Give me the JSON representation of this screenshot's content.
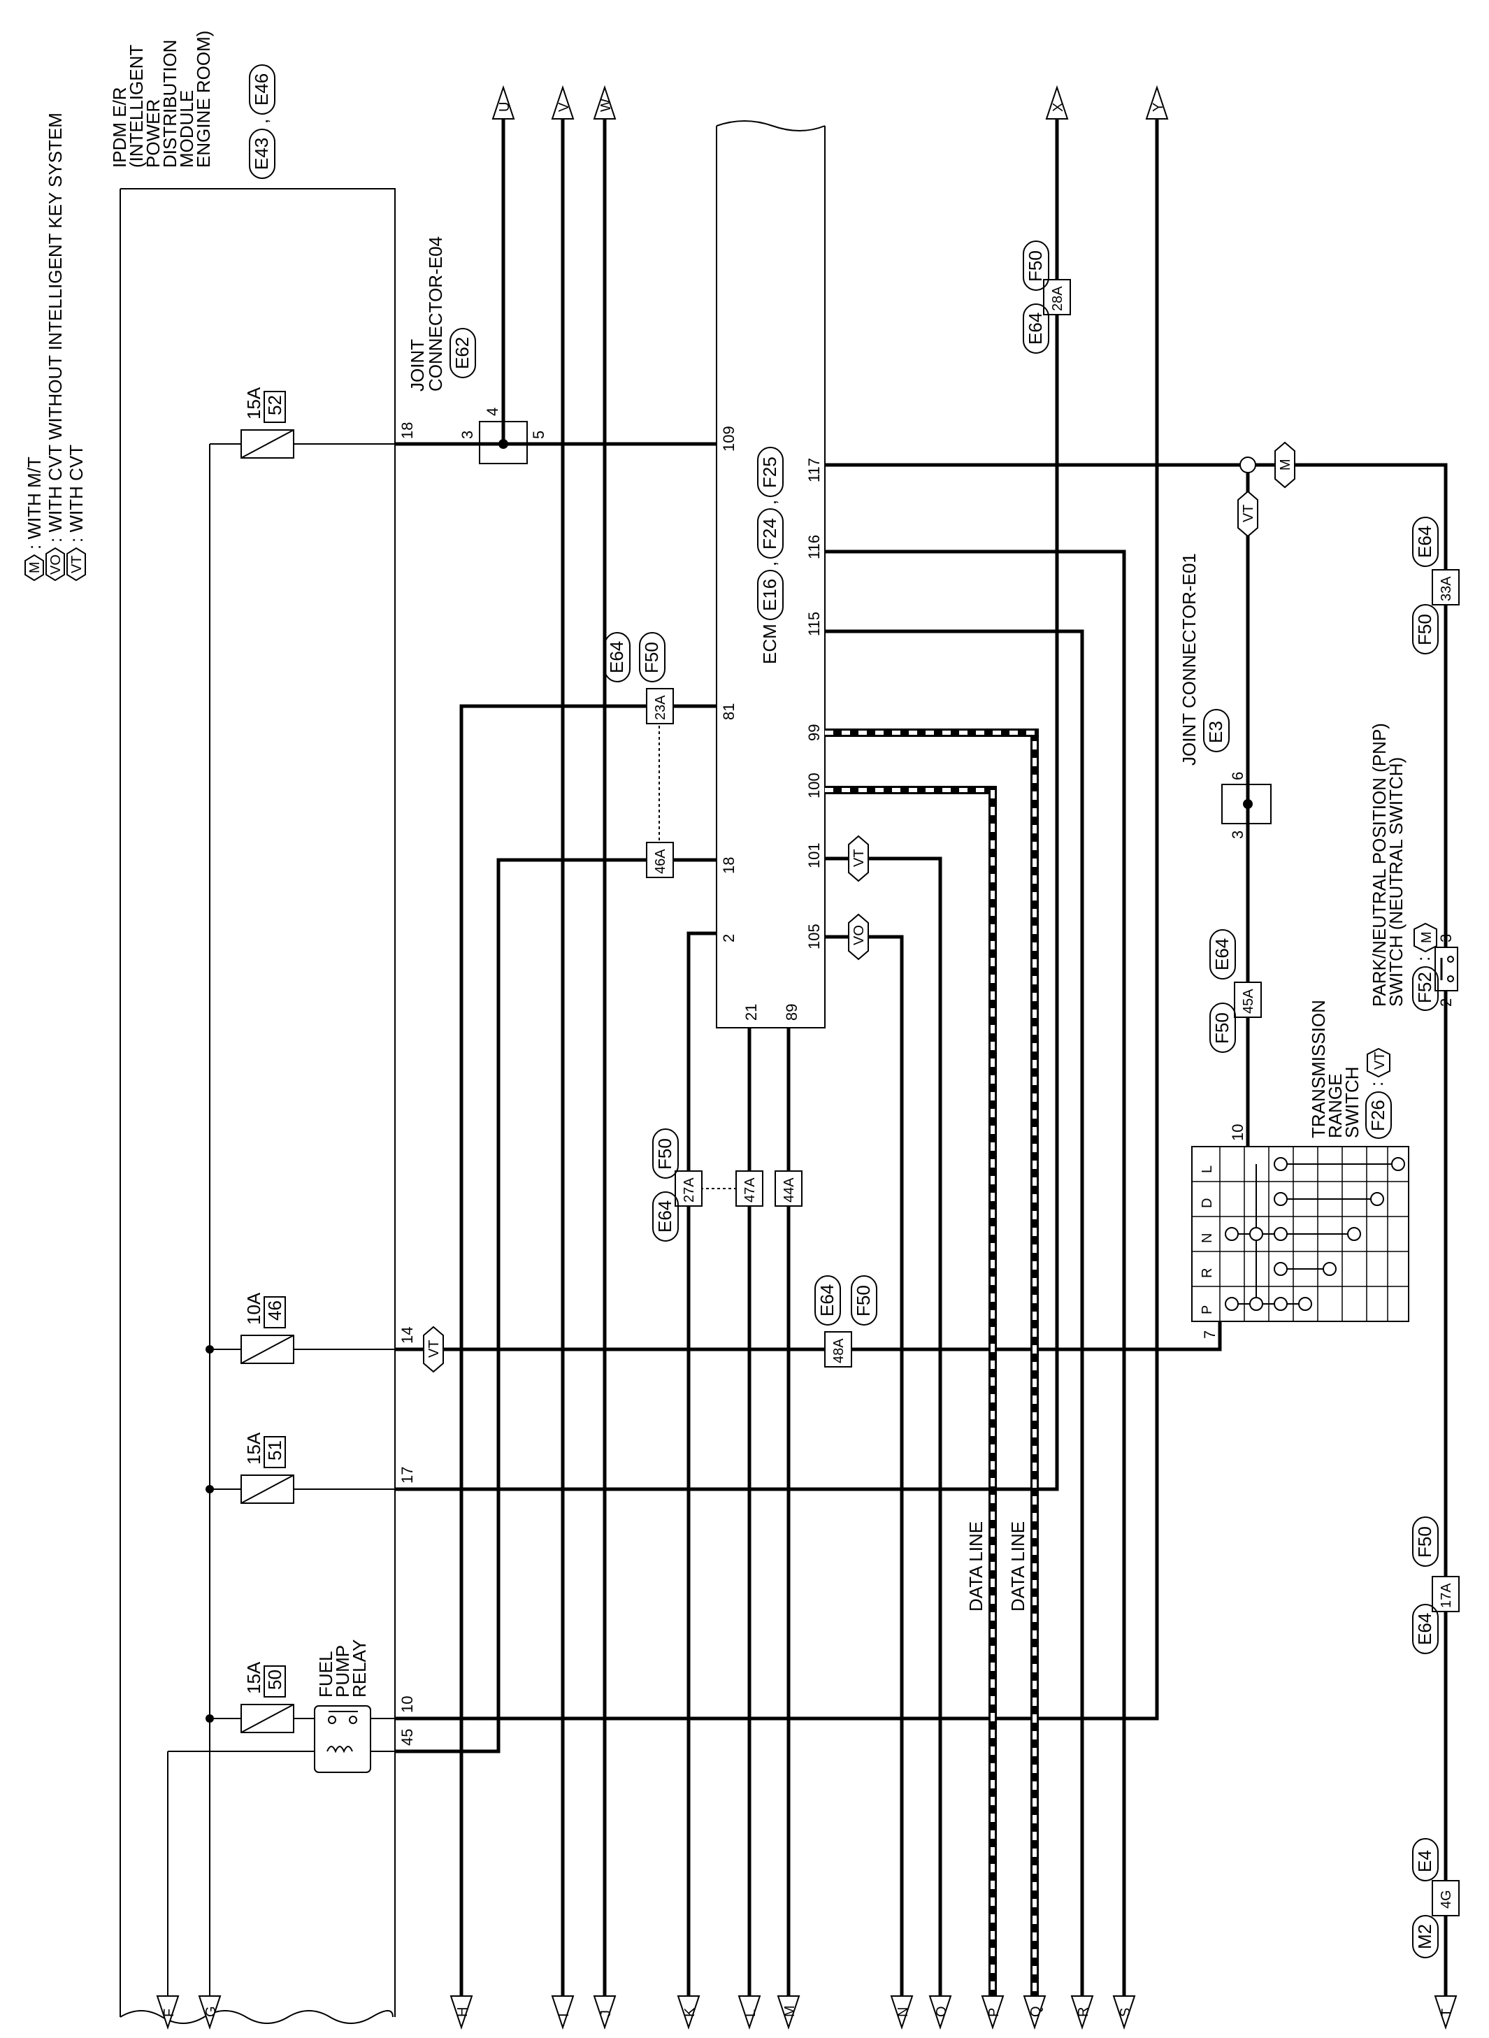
{
  "legend": {
    "m_symbol": "M",
    "m_text": ": WITH M/T",
    "vo_symbol": "VO",
    "vo_text": ": WITH CVT WITHOUT INTELLIGENT KEY SYSTEM",
    "vt_symbol": "VT",
    "vt_text": ": WITH CVT"
  },
  "ipdm": {
    "title_lines": [
      "IPDM E/R",
      "(INTELLIGENT",
      "POWER",
      "DISTRIBUTION",
      "MODULE",
      "ENGINE ROOM)"
    ],
    "conn_a": "E43",
    "conn_sep": ",",
    "conn_b": "E46",
    "fuses": [
      {
        "rating": "15A",
        "number": "52",
        "pin": "18"
      },
      {
        "rating": "10A",
        "number": "46",
        "pin": "14"
      },
      {
        "rating": "15A",
        "number": "51",
        "pin": "17"
      },
      {
        "rating": "15A",
        "number": "50",
        "pin": "10"
      }
    ],
    "relay_lines": [
      "FUEL",
      "PUMP",
      "RELAY"
    ],
    "relay_coil_pin": "45"
  },
  "joint_e04": {
    "title_lines": [
      "JOINT",
      "CONNECTOR-E04"
    ],
    "conn": "E62",
    "pin_left": "3",
    "pin_top": "4",
    "pin_right": "5"
  },
  "ecm": {
    "name": "ECM",
    "conn_a": "E16",
    "conn_b": "F24",
    "conn_c": "F25",
    "sep": ",",
    "pins": {
      "p109": "109",
      "p81": "81",
      "p18": "18",
      "p2": "2",
      "p21": "21",
      "p89": "89",
      "p117": "117",
      "p116": "116",
      "p115": "115",
      "p99": "99",
      "p100": "100",
      "p101": "101",
      "p105": "105"
    }
  },
  "inline_connectors": {
    "c23a": "23A",
    "c46a": "46A",
    "c27a": "27A",
    "c47a": "47A",
    "c44a": "44A",
    "c48a": "48A",
    "c28a": "28A",
    "c33a": "33A",
    "c45a": "45A",
    "c17a": "17A",
    "c4g": "4G",
    "e64": "E64",
    "f50": "F50",
    "m2": "M2",
    "e4": "E4"
  },
  "joint_e01": {
    "title": "JOINT CONNECTOR-E01",
    "conn": "E3",
    "pin_top": "6",
    "pin_bottom": "3"
  },
  "pnp_switch": {
    "title_lines": [
      "PARK/NEUTRAL POSITION (PNP)",
      "SWITCH (NEUTRAL SWITCH)"
    ],
    "conn": "F52",
    "colon": ":",
    "variant": "M",
    "pin_a": "3",
    "pin_b": "2"
  },
  "trs": {
    "title_lines": [
      "TRANSMISSION",
      "RANGE",
      "SWITCH"
    ],
    "conn": "F26",
    "colon": ":",
    "variant": "VT",
    "positions": [
      "P",
      "R",
      "N",
      "D",
      "L"
    ],
    "pin_in": "7",
    "pin_out": "10"
  },
  "variant_marks": {
    "vt": "VT",
    "vo": "VO",
    "m": "M"
  },
  "data_line": "DATA LINE",
  "top_terminals": [
    "U",
    "V",
    "W",
    "X",
    "Y"
  ],
  "bottom_terminals": [
    "F",
    "G",
    "H",
    "I",
    "J",
    "K",
    "L",
    "M",
    "N",
    "O",
    "P",
    "Q",
    "R",
    "S",
    "T"
  ]
}
